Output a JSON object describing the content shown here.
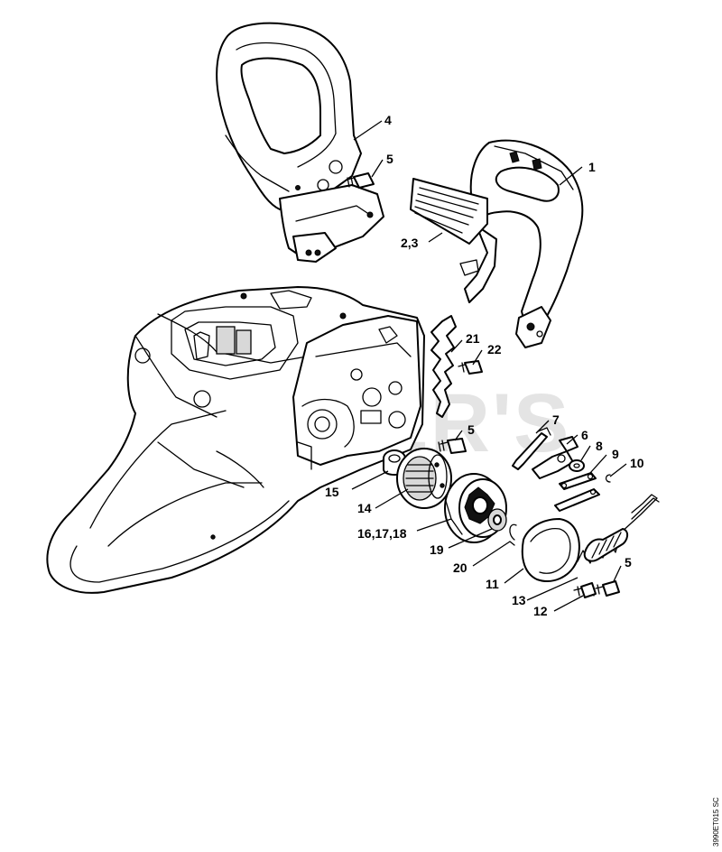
{
  "watermark": "CUTTER'S",
  "drawing_ref": "3990ET015 SC",
  "callouts": {
    "c1": "1",
    "c2_3": "2,3",
    "c4": "4",
    "c5a": "5",
    "c5b": "5",
    "c5c": "5",
    "c6": "6",
    "c7": "7",
    "c8": "8",
    "c9": "9",
    "c10": "10",
    "c11": "11",
    "c12": "12",
    "c13": "13",
    "c14": "14",
    "c15": "15",
    "c16_17_18": "16,17,18",
    "c19": "19",
    "c20": "20",
    "c21": "21",
    "c22": "22"
  }
}
